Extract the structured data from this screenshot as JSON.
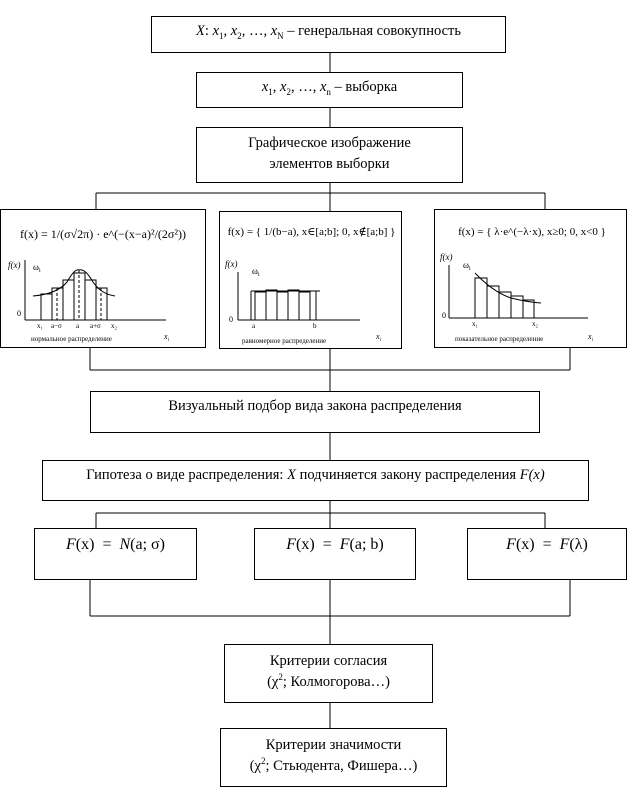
{
  "top_box": {
    "var": "X",
    "x1": "x",
    "s1": "1",
    "x2": "x",
    "s2": "2",
    "dots": "…",
    "xn": "x",
    "sn": "N",
    "text": "– генеральная совокупность"
  },
  "sample_box": {
    "x1": "x",
    "s1": "1",
    "x2": "x",
    "s2": "2",
    "dots": "…",
    "xn": "x",
    "sn": "n",
    "text": "– выборка"
  },
  "graph_box": {
    "line1": "Графическое изображение",
    "line2": "элементов выборки"
  },
  "panels": [
    {
      "formula": "f(x) = 1/(σ√2π) · e^(−(x−a)²/(2σ²))",
      "f_label": "f(x)",
      "w_label": "ω",
      "w_sub": "i",
      "zero": "0",
      "ticks": [
        "x₁",
        "a−σ",
        "a",
        "a+σ",
        "x₂"
      ],
      "x_label": "x",
      "x_sub": "i",
      "caption": "нормальное распределение"
    },
    {
      "formula": "f(x) = { 1/(b−a), x∈[a;b]; 0, x∉[a;b] }",
      "f_label": "f(x)",
      "w_label": "ω",
      "w_sub": "i",
      "zero": "0",
      "ticks": [
        "a",
        "b"
      ],
      "x_label": "x",
      "x_sub": "i",
      "caption": "равномерное распределение"
    },
    {
      "formula": "f(x) = { λ·e^(−λ·x), x≥0; 0, x<0 }",
      "f_label": "f(x)",
      "w_label": "ω",
      "w_sub": "i",
      "zero": "0",
      "ticks": [
        "x₁",
        "x₂"
      ],
      "x_label": "x",
      "x_sub": "i",
      "caption": "показательное распределение"
    }
  ],
  "visual_box": {
    "text": "Визуальный подбор вида закона распределения"
  },
  "hypothesis_box": {
    "text": "Гипотеза о виде распределения:",
    "var": "X",
    "text2": "подчиняется закону распределения",
    "fx": "F(x)"
  },
  "dist_boxes": [
    {
      "lhs": "F",
      "arg": "(x)",
      "eq": "=",
      "fn": "N",
      "params": "(a; σ)"
    },
    {
      "lhs": "F",
      "arg": "(x)",
      "eq": "=",
      "fn": "F",
      "params": "(a; b)"
    },
    {
      "lhs": "F",
      "arg": "(x)",
      "eq": "=",
      "fn": "F",
      "params": "(λ)"
    }
  ],
  "agreement_box": {
    "line1": "Критерии согласия",
    "chi": "χ",
    "chi_sup": "2",
    "line2_rest": "; Колмогорова…)"
  },
  "significance_box": {
    "line1": "Критерии значимости",
    "chi": "χ",
    "chi_sup": "2",
    "line2_rest": "; Стьюдента, Фишера…)"
  }
}
